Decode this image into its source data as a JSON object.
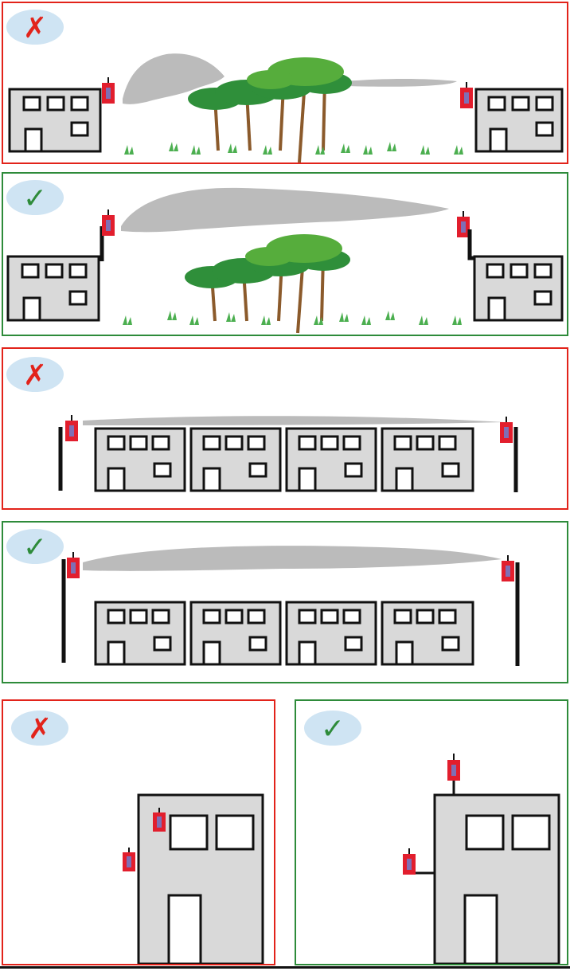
{
  "colors": {
    "wrong": "#e2231a",
    "correct": "#2e8b3a",
    "check": "#2e8b3a",
    "cross": "#e2231a",
    "badge_fill": "#cfe4f3",
    "building_fill": "#d9d9d9",
    "outline": "#111111",
    "smoke": "#b4b4b4",
    "antenna": "#e21e2d",
    "antenna_core": "#7f6fb5",
    "foliage": "#2f8f3a",
    "foliage_light": "#56ad3c",
    "trunk": "#8b5a2b",
    "grass": "#4caf50"
  },
  "icons": {
    "wrong": "cross-mark-icon",
    "correct": "check-mark-icon",
    "antenna": "antenna-unit-icon"
  },
  "panels": [
    {
      "verdict": "wrong",
      "scene": "trees-low-antennas"
    },
    {
      "verdict": "correct",
      "scene": "trees-raised-antennas"
    },
    {
      "verdict": "wrong",
      "scene": "row-short-masts"
    },
    {
      "verdict": "correct",
      "scene": "row-tall-masts"
    },
    {
      "verdict": "wrong",
      "scene": "single-wall-mounted"
    },
    {
      "verdict": "correct",
      "scene": "single-extended-mounts"
    }
  ]
}
